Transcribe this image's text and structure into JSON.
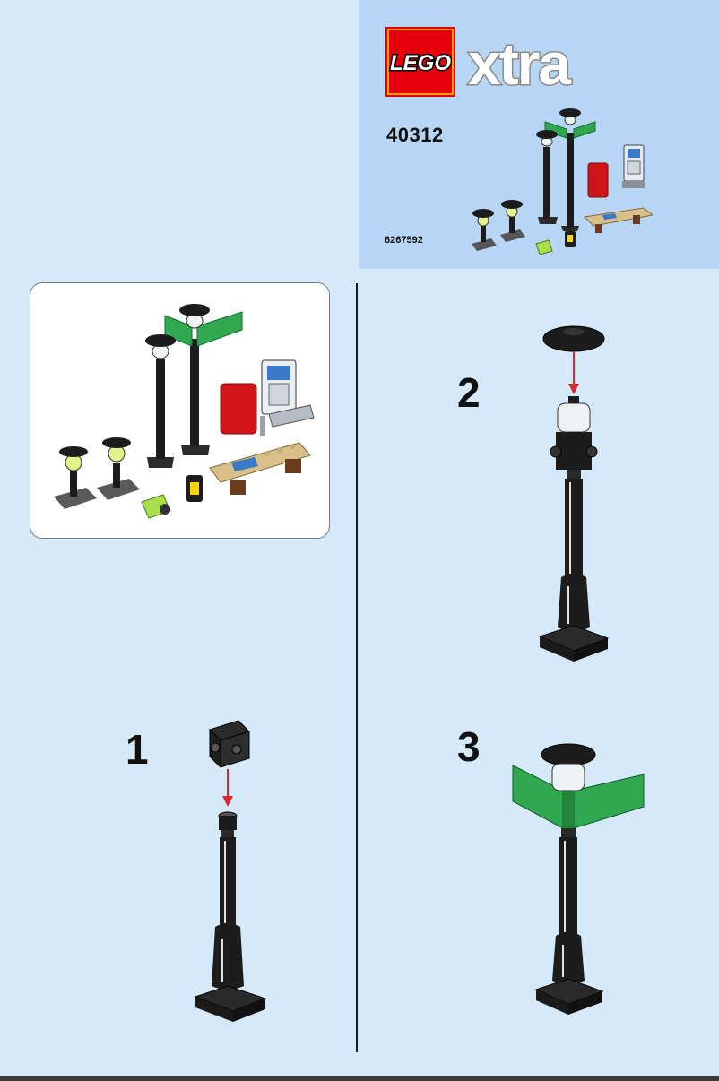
{
  "cover": {
    "brand": "LEGO",
    "product_line": "xtra",
    "set_number": "40312",
    "item_number": "6267592"
  },
  "steps": [
    {
      "number": "1"
    },
    {
      "number": "2"
    },
    {
      "number": "3"
    }
  ],
  "colors": {
    "page_background": "#d5e9f8",
    "cover_background": "#b7d5f4",
    "lego_red": "#e3000b",
    "lego_yellow": "#ffd500",
    "lamp_black": "#1c1c1c",
    "sign_green": "#2fa84f",
    "arrow_red": "#d8292f",
    "mailbox_red": "#d1141a",
    "tan": "#d9c08a"
  }
}
